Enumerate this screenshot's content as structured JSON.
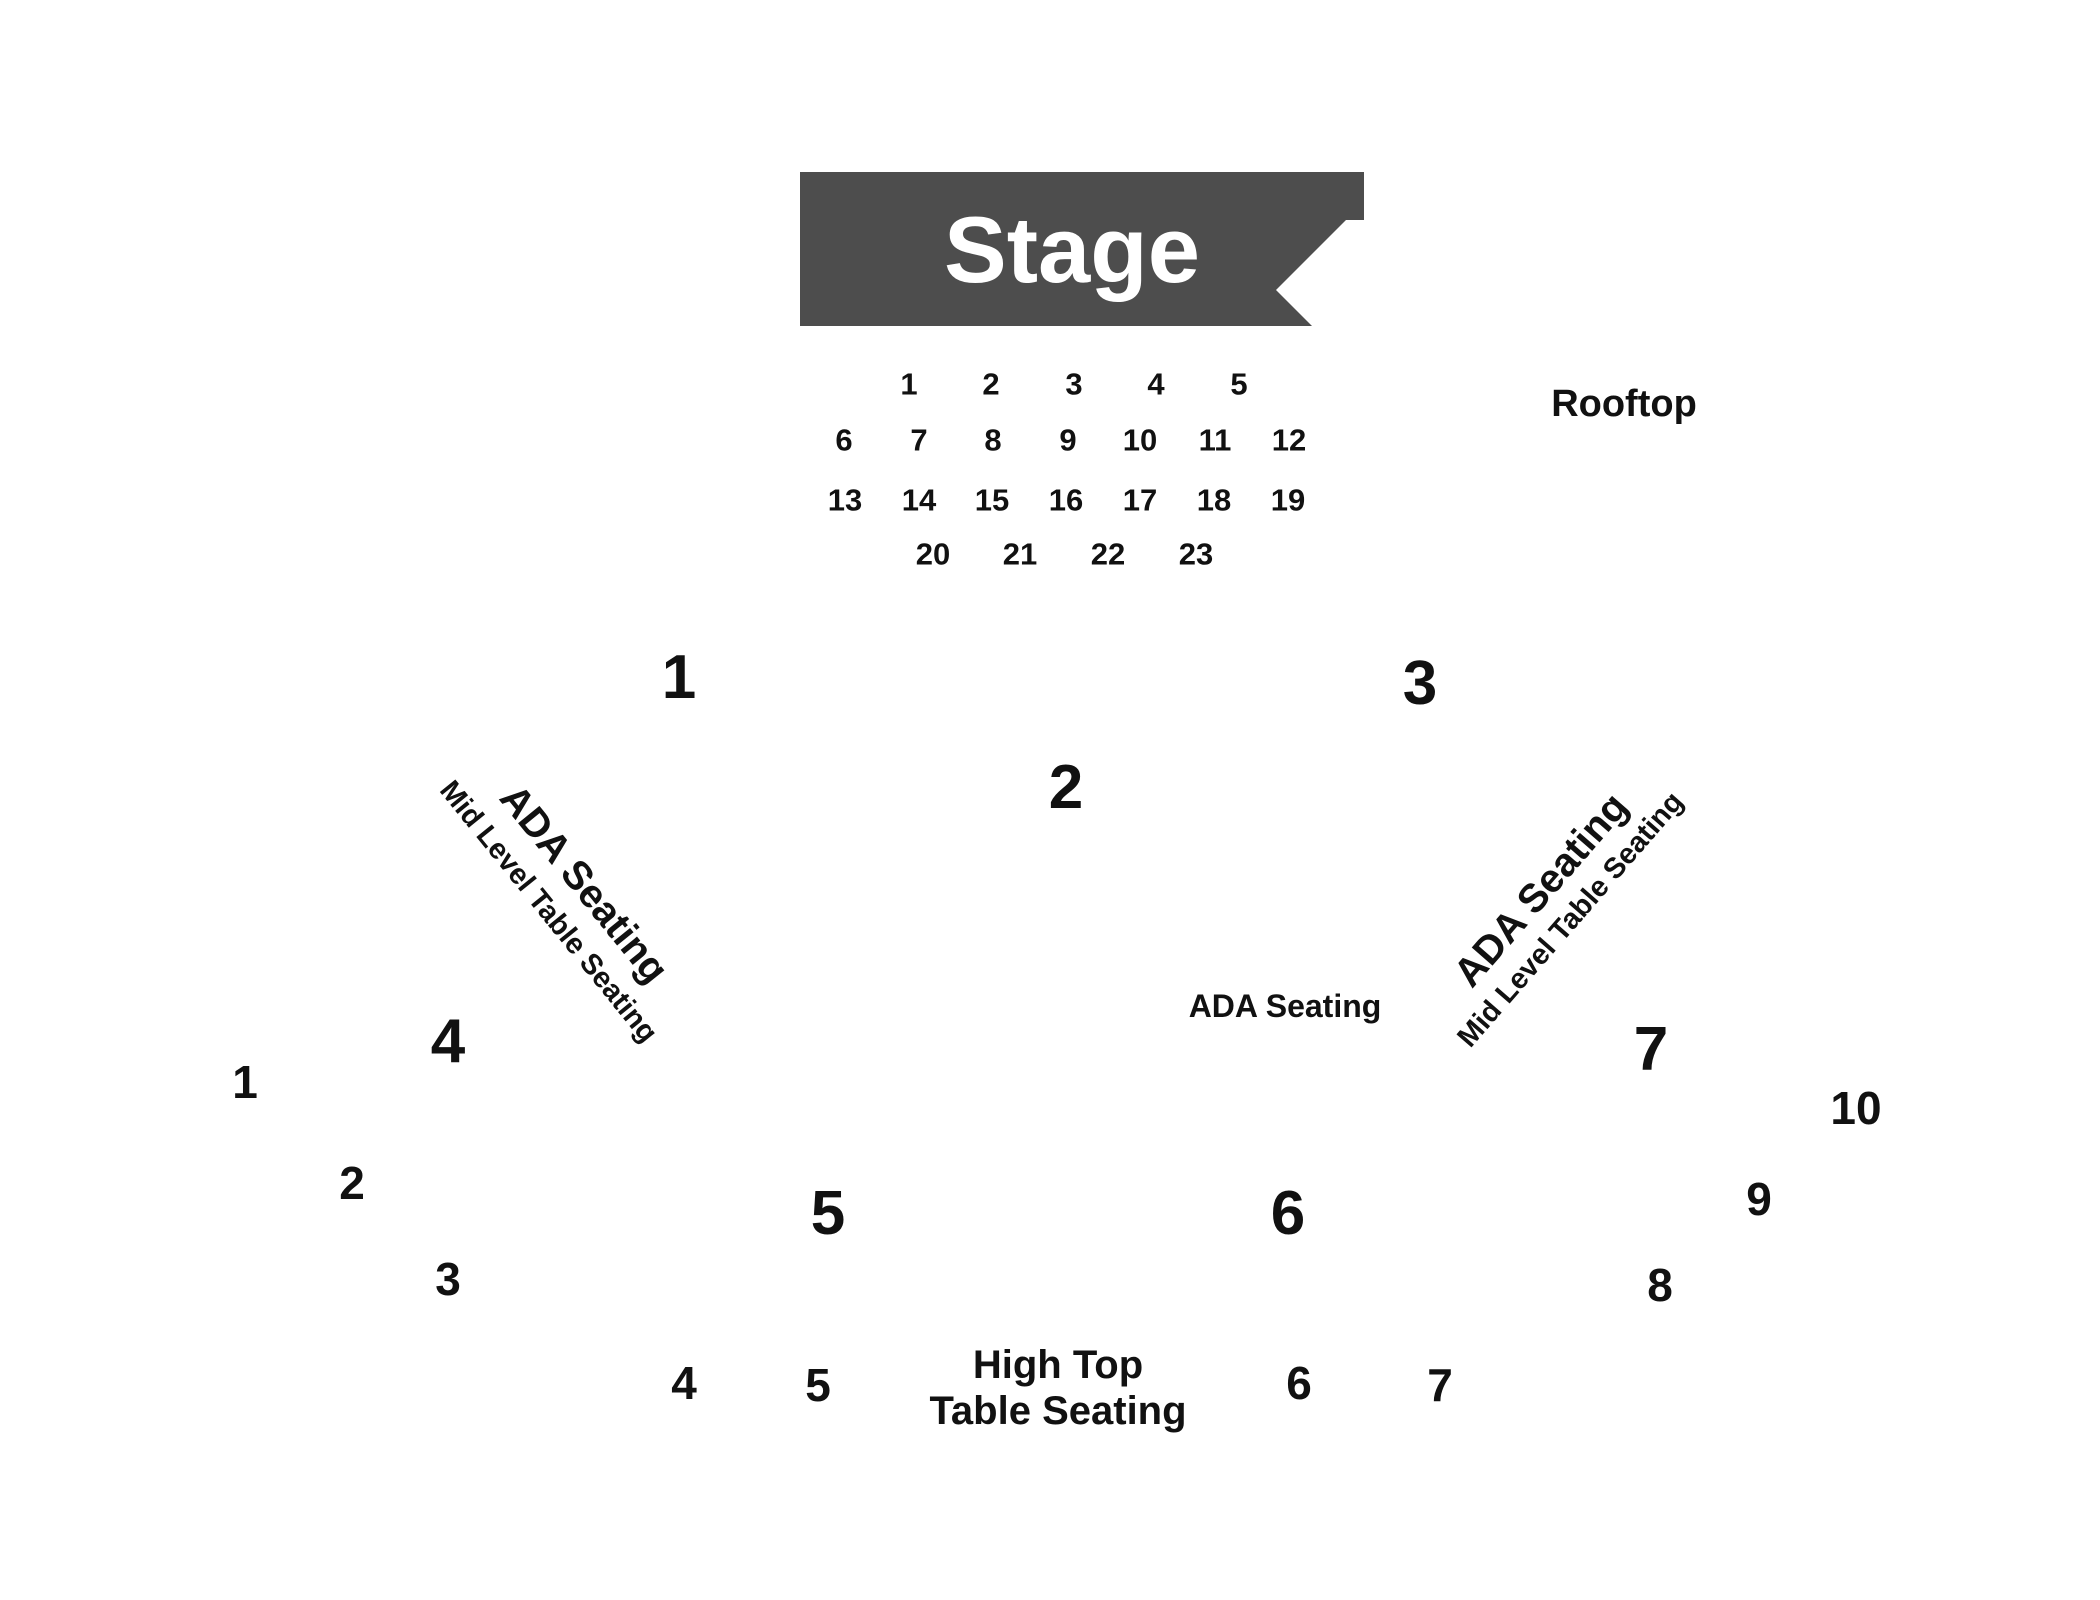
{
  "stage": {
    "label": "Stage",
    "color": "#4d4d4d"
  },
  "rooftop": {
    "label": "Rooftop",
    "rows": [
      [
        "1",
        "2",
        "3",
        "4",
        "5"
      ],
      [
        "6",
        "7",
        "8",
        "9",
        "10",
        "11",
        "12"
      ],
      [
        "13",
        "14",
        "15",
        "16",
        "17",
        "18",
        "19"
      ],
      [
        "20",
        "21",
        "22",
        "23"
      ]
    ]
  },
  "sections": [
    "1",
    "2",
    "3",
    "4",
    "5",
    "6",
    "7"
  ],
  "ada_left": {
    "title": "ADA Seating",
    "subtitle": "Mid Level Table Seating"
  },
  "ada_right": {
    "title": "ADA Seating",
    "subtitle": "Mid Level Table Seating"
  },
  "ada_center": {
    "label": "ADA Seating"
  },
  "high_top": {
    "line1": "High Top",
    "line2": "Table Seating",
    "tables": [
      "1",
      "2",
      "3",
      "4",
      "5",
      "6",
      "7",
      "8",
      "9",
      "10"
    ]
  }
}
